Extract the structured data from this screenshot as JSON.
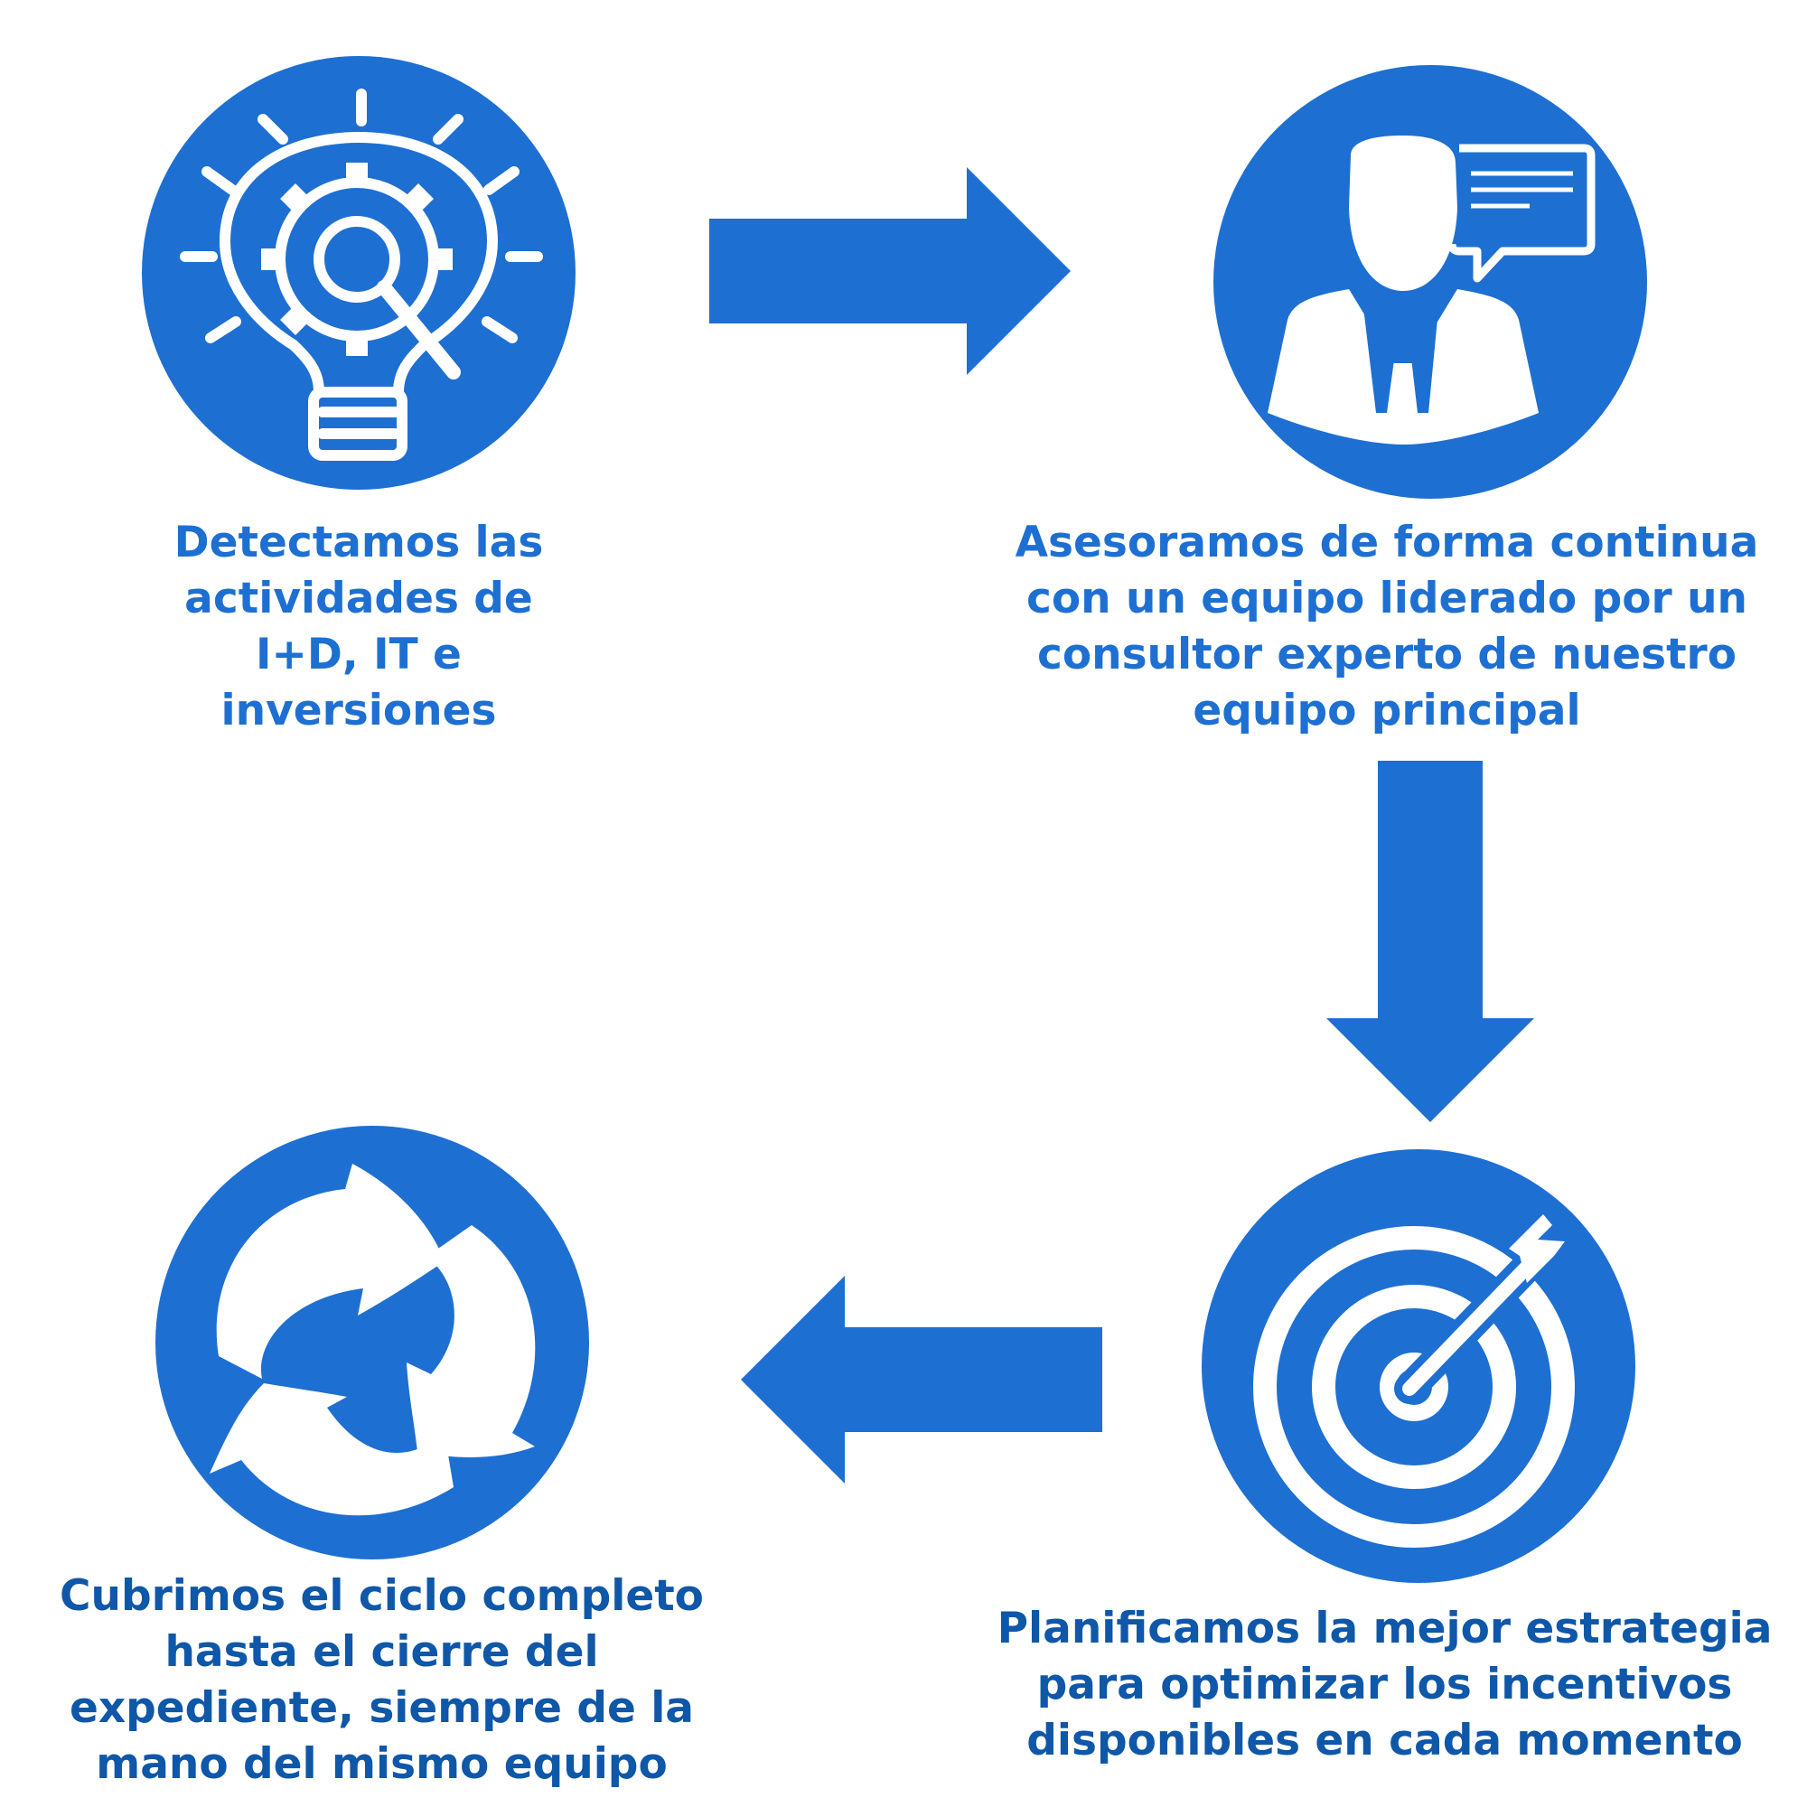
{
  "colors": {
    "primary": "#1e6fd2",
    "caption_light": "#1e6fd2",
    "caption_dark": "#0f57a8",
    "icon": "#ffffff"
  },
  "steps": [
    {
      "icon": "lightbulb-gear-icon",
      "caption": [
        "Detectamos las",
        "actividades de",
        "I+D, IT e",
        "inversiones"
      ]
    },
    {
      "icon": "consultant-speech-icon",
      "caption": [
        "Asesoramos de forma continua",
        "con un equipo liderado por un",
        "consultor experto de nuestro",
        "equipo principal"
      ]
    },
    {
      "icon": "target-arrow-icon",
      "caption": [
        "Planificamos la mejor estrategia",
        "para optimizar los incentivos",
        "disponibles en cada momento"
      ]
    },
    {
      "icon": "cycle-arrows-icon",
      "caption": [
        "Cubrimos el ciclo completo",
        "hasta el cierre del",
        "expediente, siempre de la",
        "mano del mismo equipo"
      ]
    }
  ],
  "connectors": [
    "arrow-right-icon",
    "arrow-down-icon",
    "arrow-left-icon"
  ]
}
